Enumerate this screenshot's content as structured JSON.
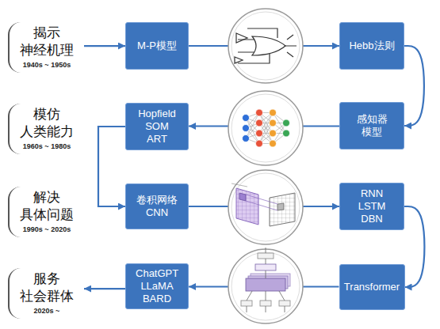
{
  "diagram": {
    "nodes": [
      {
        "text": [
          "揭示 神经机理",
          "1940s ~ 1950s"
        ]
      },
      {
        "text": [
          "M-P模型"
        ]
      },
      {
        "text": [
          "Hebb法则"
        ]
      },
      {
        "text": [
          "模仿 人类能力",
          "1960s ~ 1980s"
        ]
      },
      {
        "text": [
          "Hopfield SOM ART"
        ]
      },
      {
        "text": [
          "感知器 模型"
        ]
      },
      {
        "text": [
          "解决 具体问题",
          "1990s ~ 2020s"
        ]
      },
      {
        "text": [
          "卷积网络 CNN"
        ]
      },
      {
        "text": [
          "RNN LSTM DBN"
        ]
      },
      {
        "text": [
          "服务 社会群体",
          "2020s ~"
        ]
      },
      {
        "text": [
          "ChatGPT LLaMA BARD"
        ]
      },
      {
        "text": [
          "Transformer"
        ]
      }
    ],
    "edges": [
      {
        "from": 0,
        "to": 1,
        "arrow": "to"
      },
      {
        "from": 1,
        "to": 2,
        "arrow": "to"
      },
      {
        "from": 2,
        "to": 5,
        "arrow": "to"
      },
      {
        "from": 5,
        "to": 4,
        "arrow": "to"
      },
      {
        "from": 4,
        "to": 7,
        "arrow": "to"
      },
      {
        "from": 7,
        "to": 8,
        "arrow": "to"
      },
      {
        "from": 8,
        "to": 11,
        "arrow": "to"
      },
      {
        "from": 11,
        "to": 10,
        "arrow": "to"
      },
      {
        "from": 10,
        "to": 9,
        "arrow": "to"
      }
    ]
  }
}
